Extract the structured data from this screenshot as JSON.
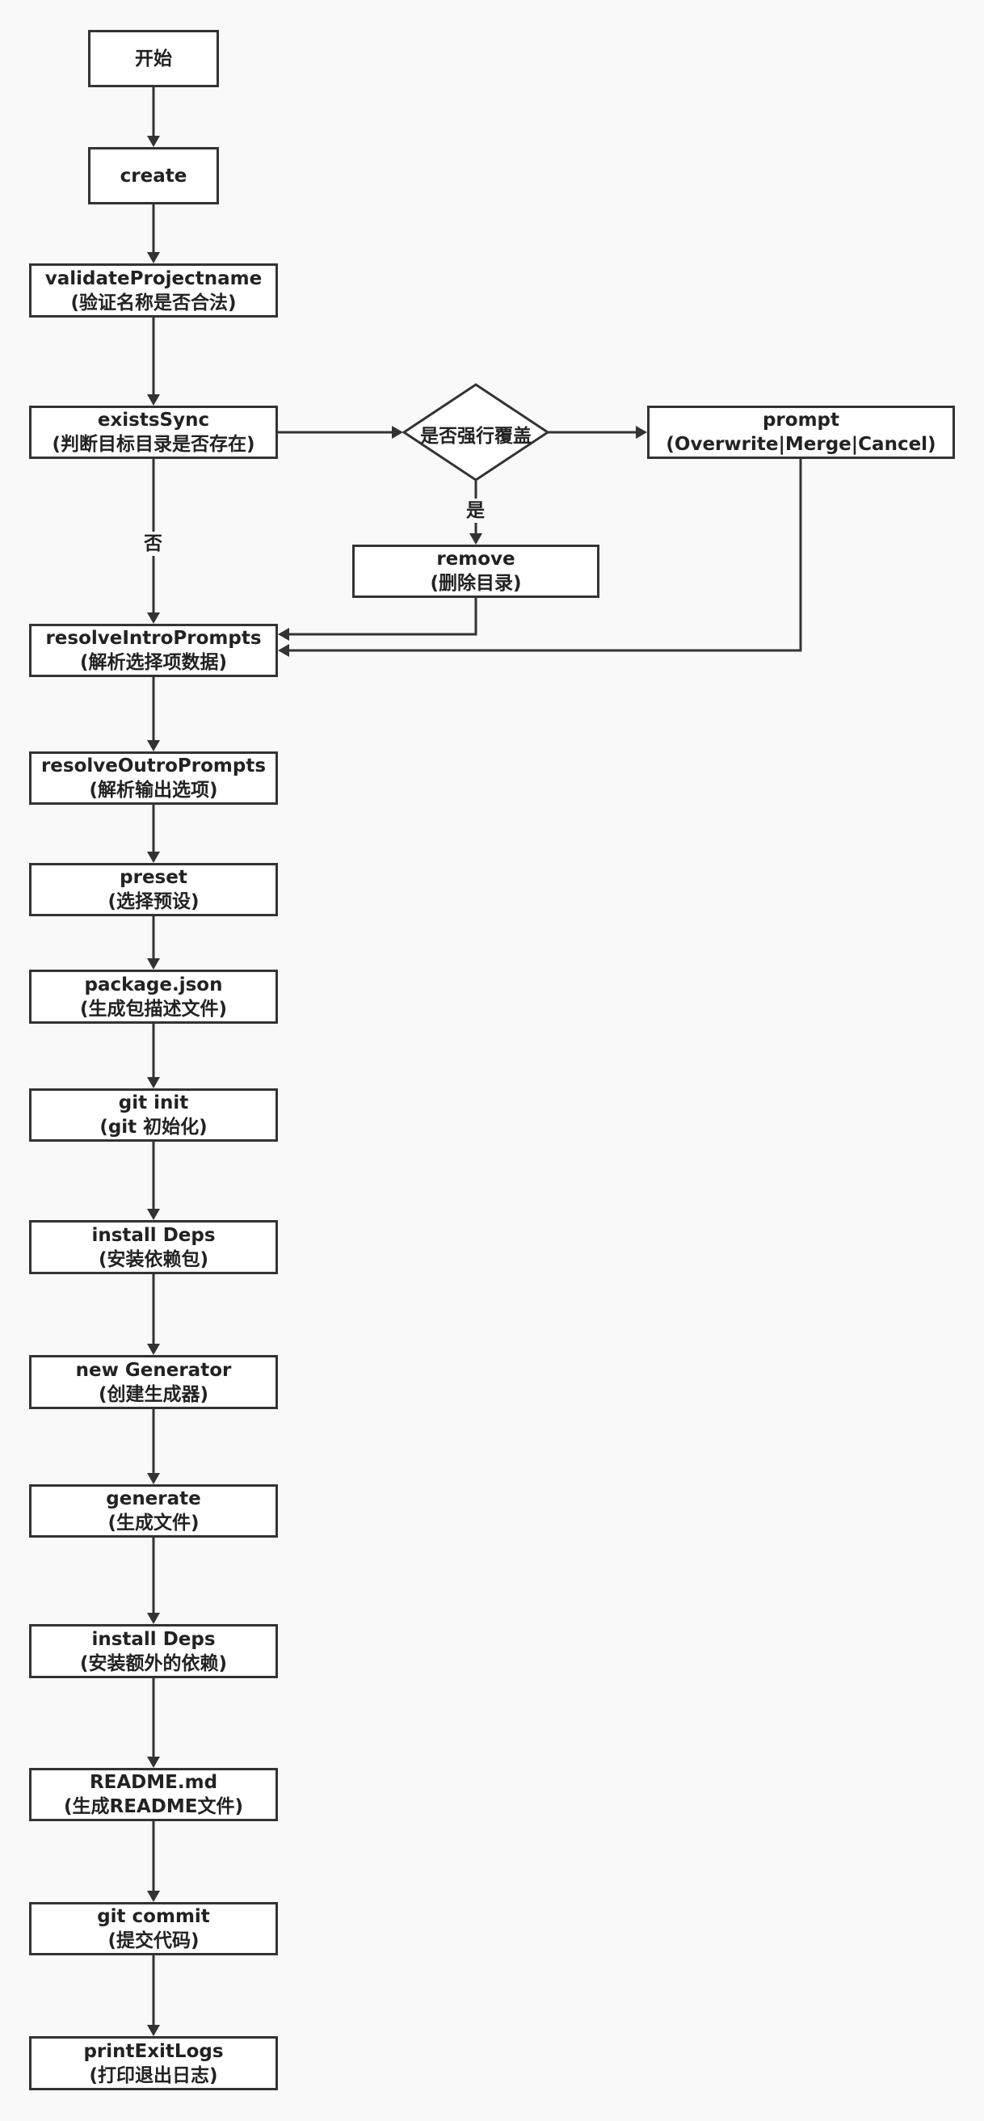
{
  "nodes": {
    "start": {
      "l1": "开始"
    },
    "create": {
      "l1": "create"
    },
    "validate": {
      "l1": "validateProjectname",
      "l2": "(验证名称是否合法)"
    },
    "exists_sync": {
      "l1": "existsSync",
      "l2": "(判断目标目录是否存在)"
    },
    "force_overwrite": {
      "l1": "是否强行覆盖"
    },
    "prompt": {
      "l1": "prompt",
      "l2": "(Overwrite|Merge|Cancel)"
    },
    "remove": {
      "l1": "remove",
      "l2": "(删除目录)"
    },
    "resolve_intro": {
      "l1": "resolveIntroPrompts",
      "l2": "(解析选择项数据)"
    },
    "resolve_outro": {
      "l1": "resolveOutroPrompts",
      "l2": "(解析输出选项)"
    },
    "preset": {
      "l1": "preset",
      "l2": "(选择预设)"
    },
    "package_json": {
      "l1": "package.json",
      "l2": "(生成包描述文件)"
    },
    "git_init": {
      "l1": "git init",
      "l2": "(git 初始化)"
    },
    "install_deps_1": {
      "l1": "install Deps",
      "l2": "(安装依赖包)"
    },
    "new_generator": {
      "l1": "new Generator",
      "l2": "(创建生成器)"
    },
    "generate": {
      "l1": "generate",
      "l2": "(生成文件)"
    },
    "install_deps_2": {
      "l1": "install Deps",
      "l2": "(安装额外的依赖)"
    },
    "readme": {
      "l1": "README.md",
      "l2": "(生成README文件)"
    },
    "git_commit": {
      "l1": "git commit",
      "l2": "(提交代码)"
    },
    "print_exit_logs": {
      "l1": "printExitLogs",
      "l2": "(打印退出日志)"
    }
  },
  "edge_labels": {
    "no": "否",
    "yes": "是"
  },
  "colors": {
    "background": "#f9f9f9",
    "stroke": "#333333",
    "node_fill": "#ffffff",
    "text": "#222222"
  }
}
